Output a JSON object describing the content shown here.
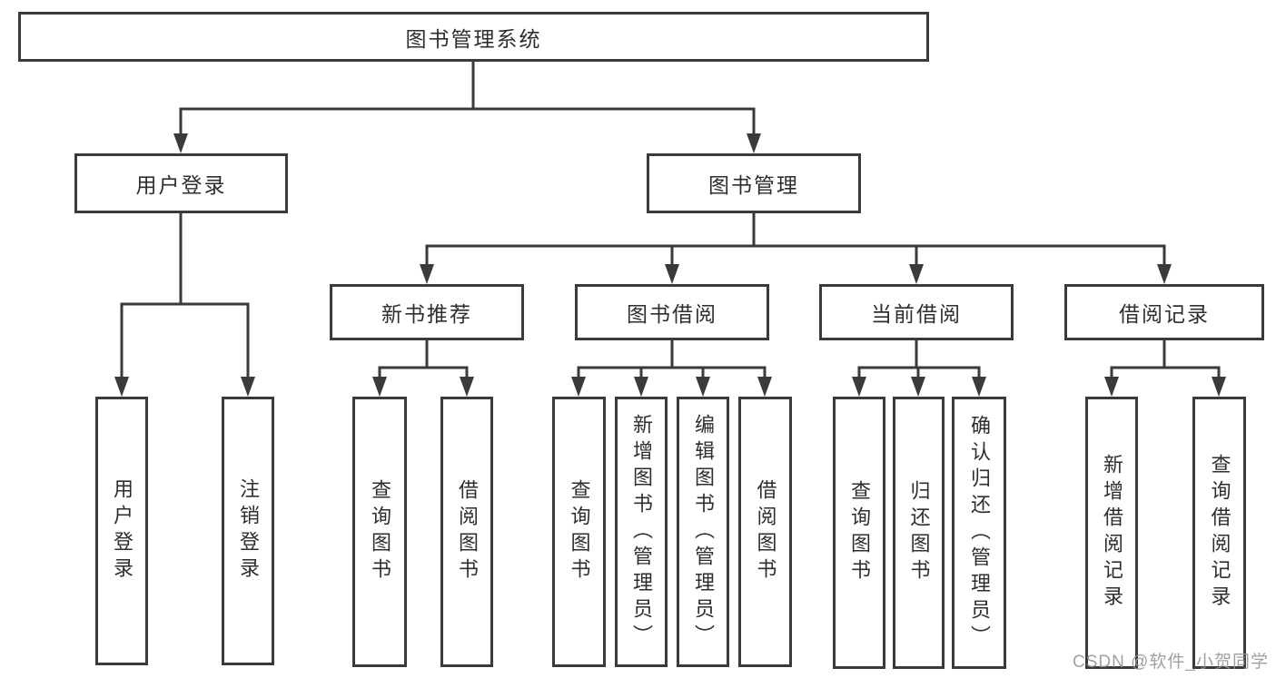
{
  "nodes": {
    "root": "图书管理系统",
    "level2": [
      "用户登录",
      "图书管理"
    ],
    "level3": [
      "新书推荐",
      "图书借阅",
      "当前借阅",
      "借阅记录"
    ],
    "leaves_user": [
      "用户登录",
      "注销登录"
    ],
    "leaves_recommend": [
      "查询图书",
      "借阅图书"
    ],
    "leaves_borrow": [
      "查询图书",
      "新增图书（管理员）",
      "编辑图书（管理员）",
      "借阅图书"
    ],
    "leaves_current": [
      "查询图书",
      "归还图书",
      "确认归还（管理员）"
    ],
    "leaves_records": [
      "新增借阅记录",
      "查询借阅记录"
    ]
  },
  "watermark": "CSDN @软件_小贺同学",
  "colors": {
    "line": "#3a3a3a",
    "text": "#2e2e2e",
    "background": "#ffffff",
    "watermark": "#969696"
  }
}
